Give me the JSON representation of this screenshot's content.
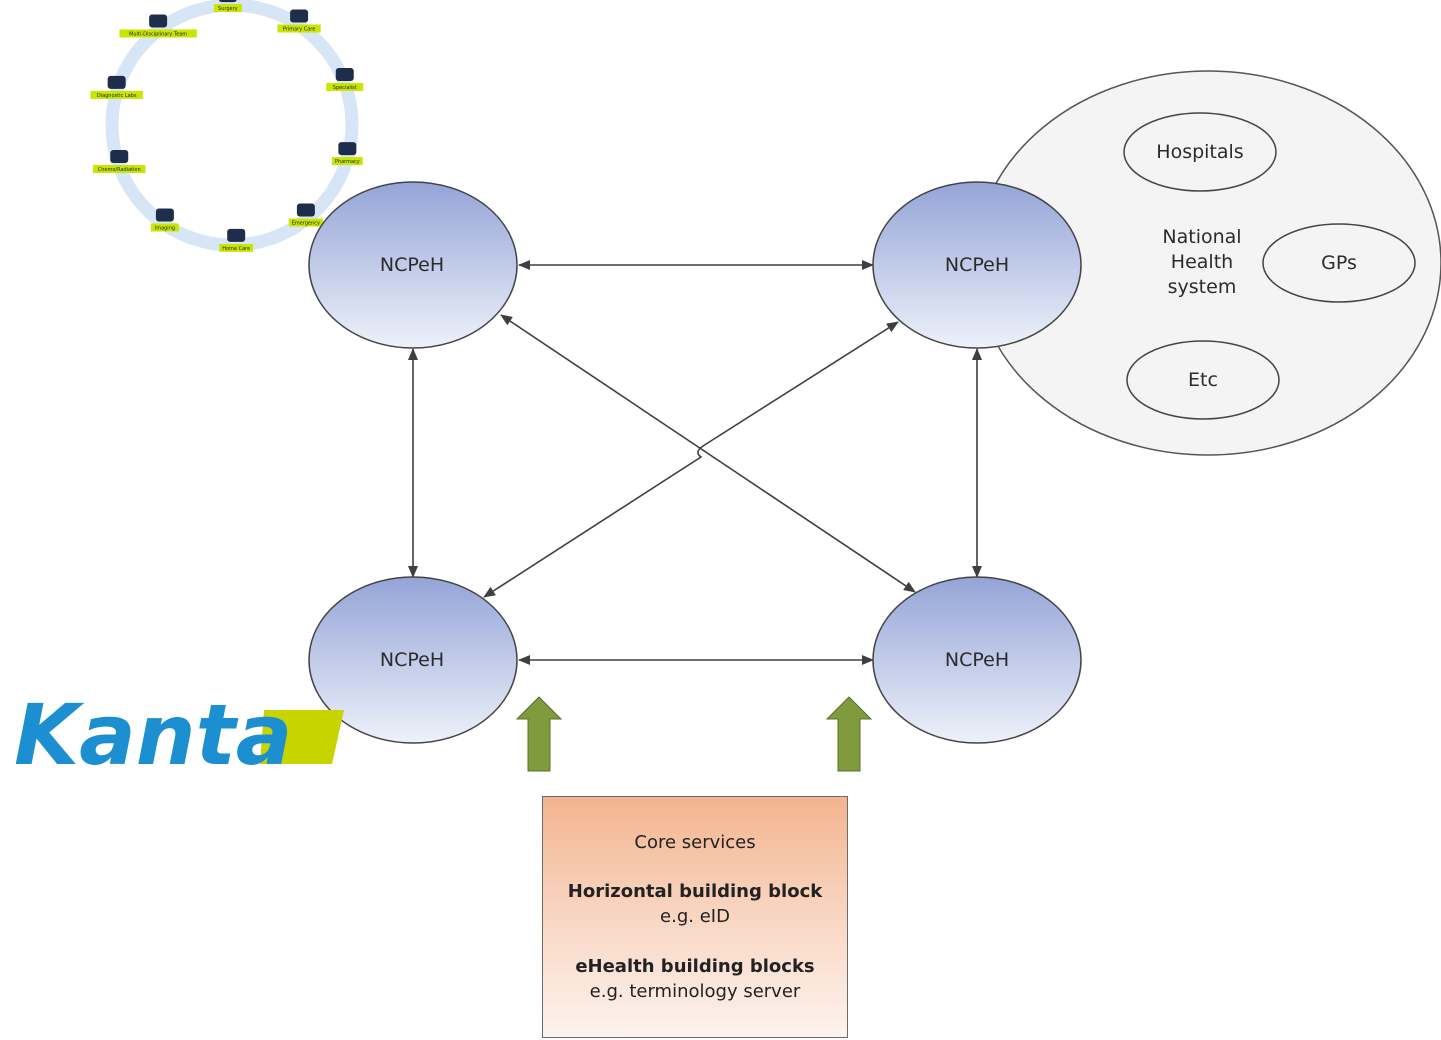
{
  "nodes": {
    "top_left": "NCPeH",
    "top_right": "NCPeH",
    "bottom_left": "NCPeH",
    "bottom_right": "NCPeH"
  },
  "national_system": {
    "label_line1": "National",
    "label_line2": "Health",
    "label_line3": "system",
    "members": [
      "Hospitals",
      "GPs",
      "Etc"
    ]
  },
  "core_services": {
    "title": "Core services",
    "horizontal_heading": "Horizontal building block",
    "horizontal_example": "e.g. eID",
    "ehealth_heading": "eHealth building blocks",
    "ehealth_example": "e.g. terminology server"
  },
  "logo": {
    "text": "Kanta",
    "color": "#1b8fd0",
    "accent": "#c8d400"
  },
  "care_cycle": {
    "labels": [
      "Surgery",
      "Primary Care",
      "Specialist",
      "Pharmacy",
      "Emergency",
      "Home Care",
      "Imaging",
      "Chemo/Radiation",
      "Diagnostic Labs",
      "Multi-Disciplinary Team"
    ],
    "ring_color": "#d6e6f6",
    "label_bg": "#c8e600"
  },
  "colors": {
    "node_top": "#97a6d8",
    "node_bottom": "#eef1fa",
    "arrow": "#3f3f3f",
    "up_arrow": "#7f9b3e"
  }
}
